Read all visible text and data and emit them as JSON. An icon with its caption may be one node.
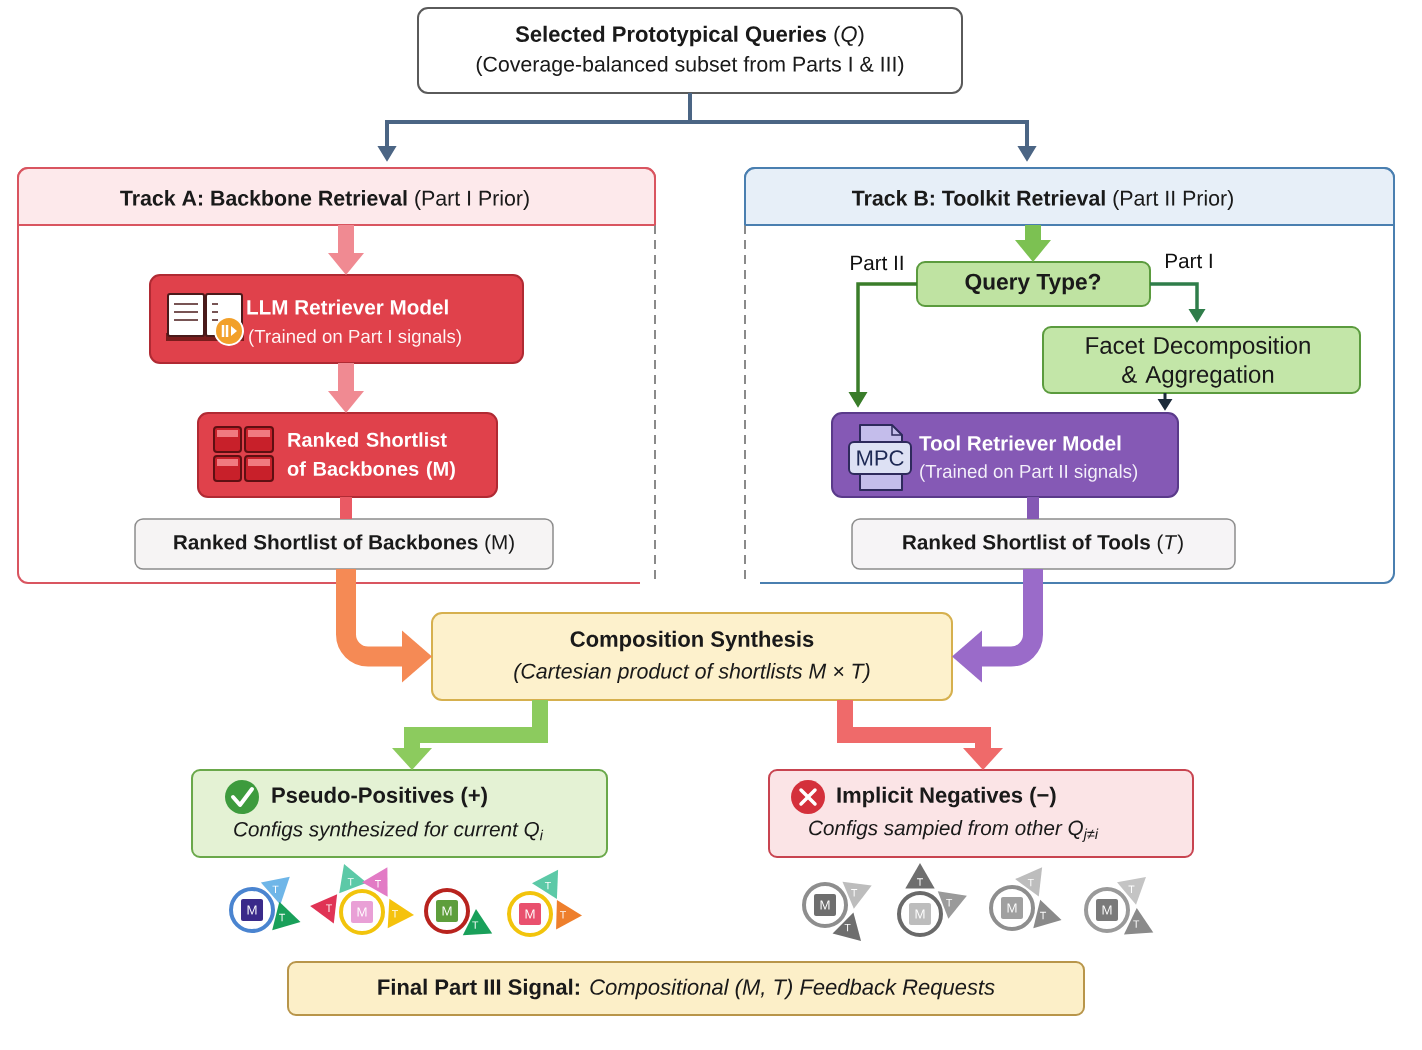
{
  "diagram": {
    "nodes": [
      {
        "text": [
          "**Selected Prototypical Queries** (*Q*)",
          "(Coverage-balanced subset from Parts I & III)"
        ]
      },
      {
        "text": [],
        "shape": "box"
      },
      {
        "text": [
          "**Track A: Backbone Retrieval** (Part I Prior)"
        ],
        "in": 1
      },
      {
        "text": [
          "LLM Retriever Model",
          "(Trained on Part I signals)"
        ],
        "in": 1
      },
      {
        "text": [
          "Ranked Shortlist of Backbones (M)"
        ],
        "in": 1
      },
      {
        "text": [
          "**Ranked Shortlist of Backbones** (M)"
        ],
        "in": 1
      },
      {
        "text": [],
        "shape": "box"
      },
      {
        "text": [
          "**Track B: Toolkit Retrieval** (Part II Prior)"
        ],
        "in": 6
      },
      {
        "text": [
          "Query Type?"
        ],
        "in": 6
      },
      {
        "text": [
          "Facet Decomposition & Aggregation"
        ],
        "in": 6
      },
      {
        "text": [
          "MPC",
          "Tool Retriever Model",
          "(Trained on Part II signals)"
        ],
        "in": 6
      },
      {
        "text": [
          "**Ranked Shortlist of Tools** (*T*)"
        ],
        "in": 6
      },
      {
        "text": [
          "Composition Synthesis",
          "(Cartesian product of shortlists M × T)"
        ]
      },
      {
        "text": [
          "Pseudo-Positives (+)",
          "Configs synthesized for current Q$_{i}$"
        ]
      },
      {
        "text": [
          "Implicit Negatives (−)",
          "Configs sampied from other Q$_{j≠i}$"
        ]
      },
      {
        "text": [
          "**Final Part III Signal:** *Compositional (M, T) Feedback Requests*"
        ]
      }
    ],
    "edges": [
      {
        "from": 0,
        "to": 2,
        "arrow": "to",
        "color": "#4B6584"
      },
      {
        "from": 0,
        "to": 7,
        "arrow": "to",
        "color": "#4B6584"
      },
      {
        "from": 2,
        "to": 3,
        "arrow": "to",
        "color": "#F08A92"
      },
      {
        "from": 3,
        "to": 4,
        "arrow": "to",
        "color": "#F08A92"
      },
      {
        "from": 4,
        "to": 5,
        "arrow": "none",
        "color": "#EA5A64"
      },
      {
        "from": 7,
        "to": 8,
        "arrow": "to",
        "color": "#7CC152"
      },
      {
        "from": 8,
        "to": 10,
        "arrow": "to",
        "label": "Part II",
        "color": "#3A7D2A"
      },
      {
        "from": 8,
        "to": 9,
        "arrow": "to",
        "label": "Part I",
        "color": "#2F7D4A"
      },
      {
        "from": 9,
        "to": 10,
        "arrow": "to",
        "color": "#1C2B3A"
      },
      {
        "from": 10,
        "to": 11,
        "arrow": "none",
        "color": "#8559B5"
      },
      {
        "from": 5,
        "to": 12,
        "arrow": "to",
        "color": "#F58A55"
      },
      {
        "from": 11,
        "to": 12,
        "arrow": "to",
        "color": "#9A6BC9"
      },
      {
        "from": 12,
        "to": 13,
        "arrow": "to",
        "color": "#8CCB5E"
      },
      {
        "from": 12,
        "to": 14,
        "arrow": "to",
        "color": "#EF6A6A"
      }
    ],
    "labels": [
      "M",
      "T",
      "T",
      "M",
      "T",
      "T",
      "T",
      "T",
      "M",
      "T",
      "M",
      "T",
      "T",
      "M",
      "T",
      "T",
      "M",
      "T",
      "T",
      "M",
      "T",
      "T",
      "M",
      "T",
      "T"
    ]
  }
}
